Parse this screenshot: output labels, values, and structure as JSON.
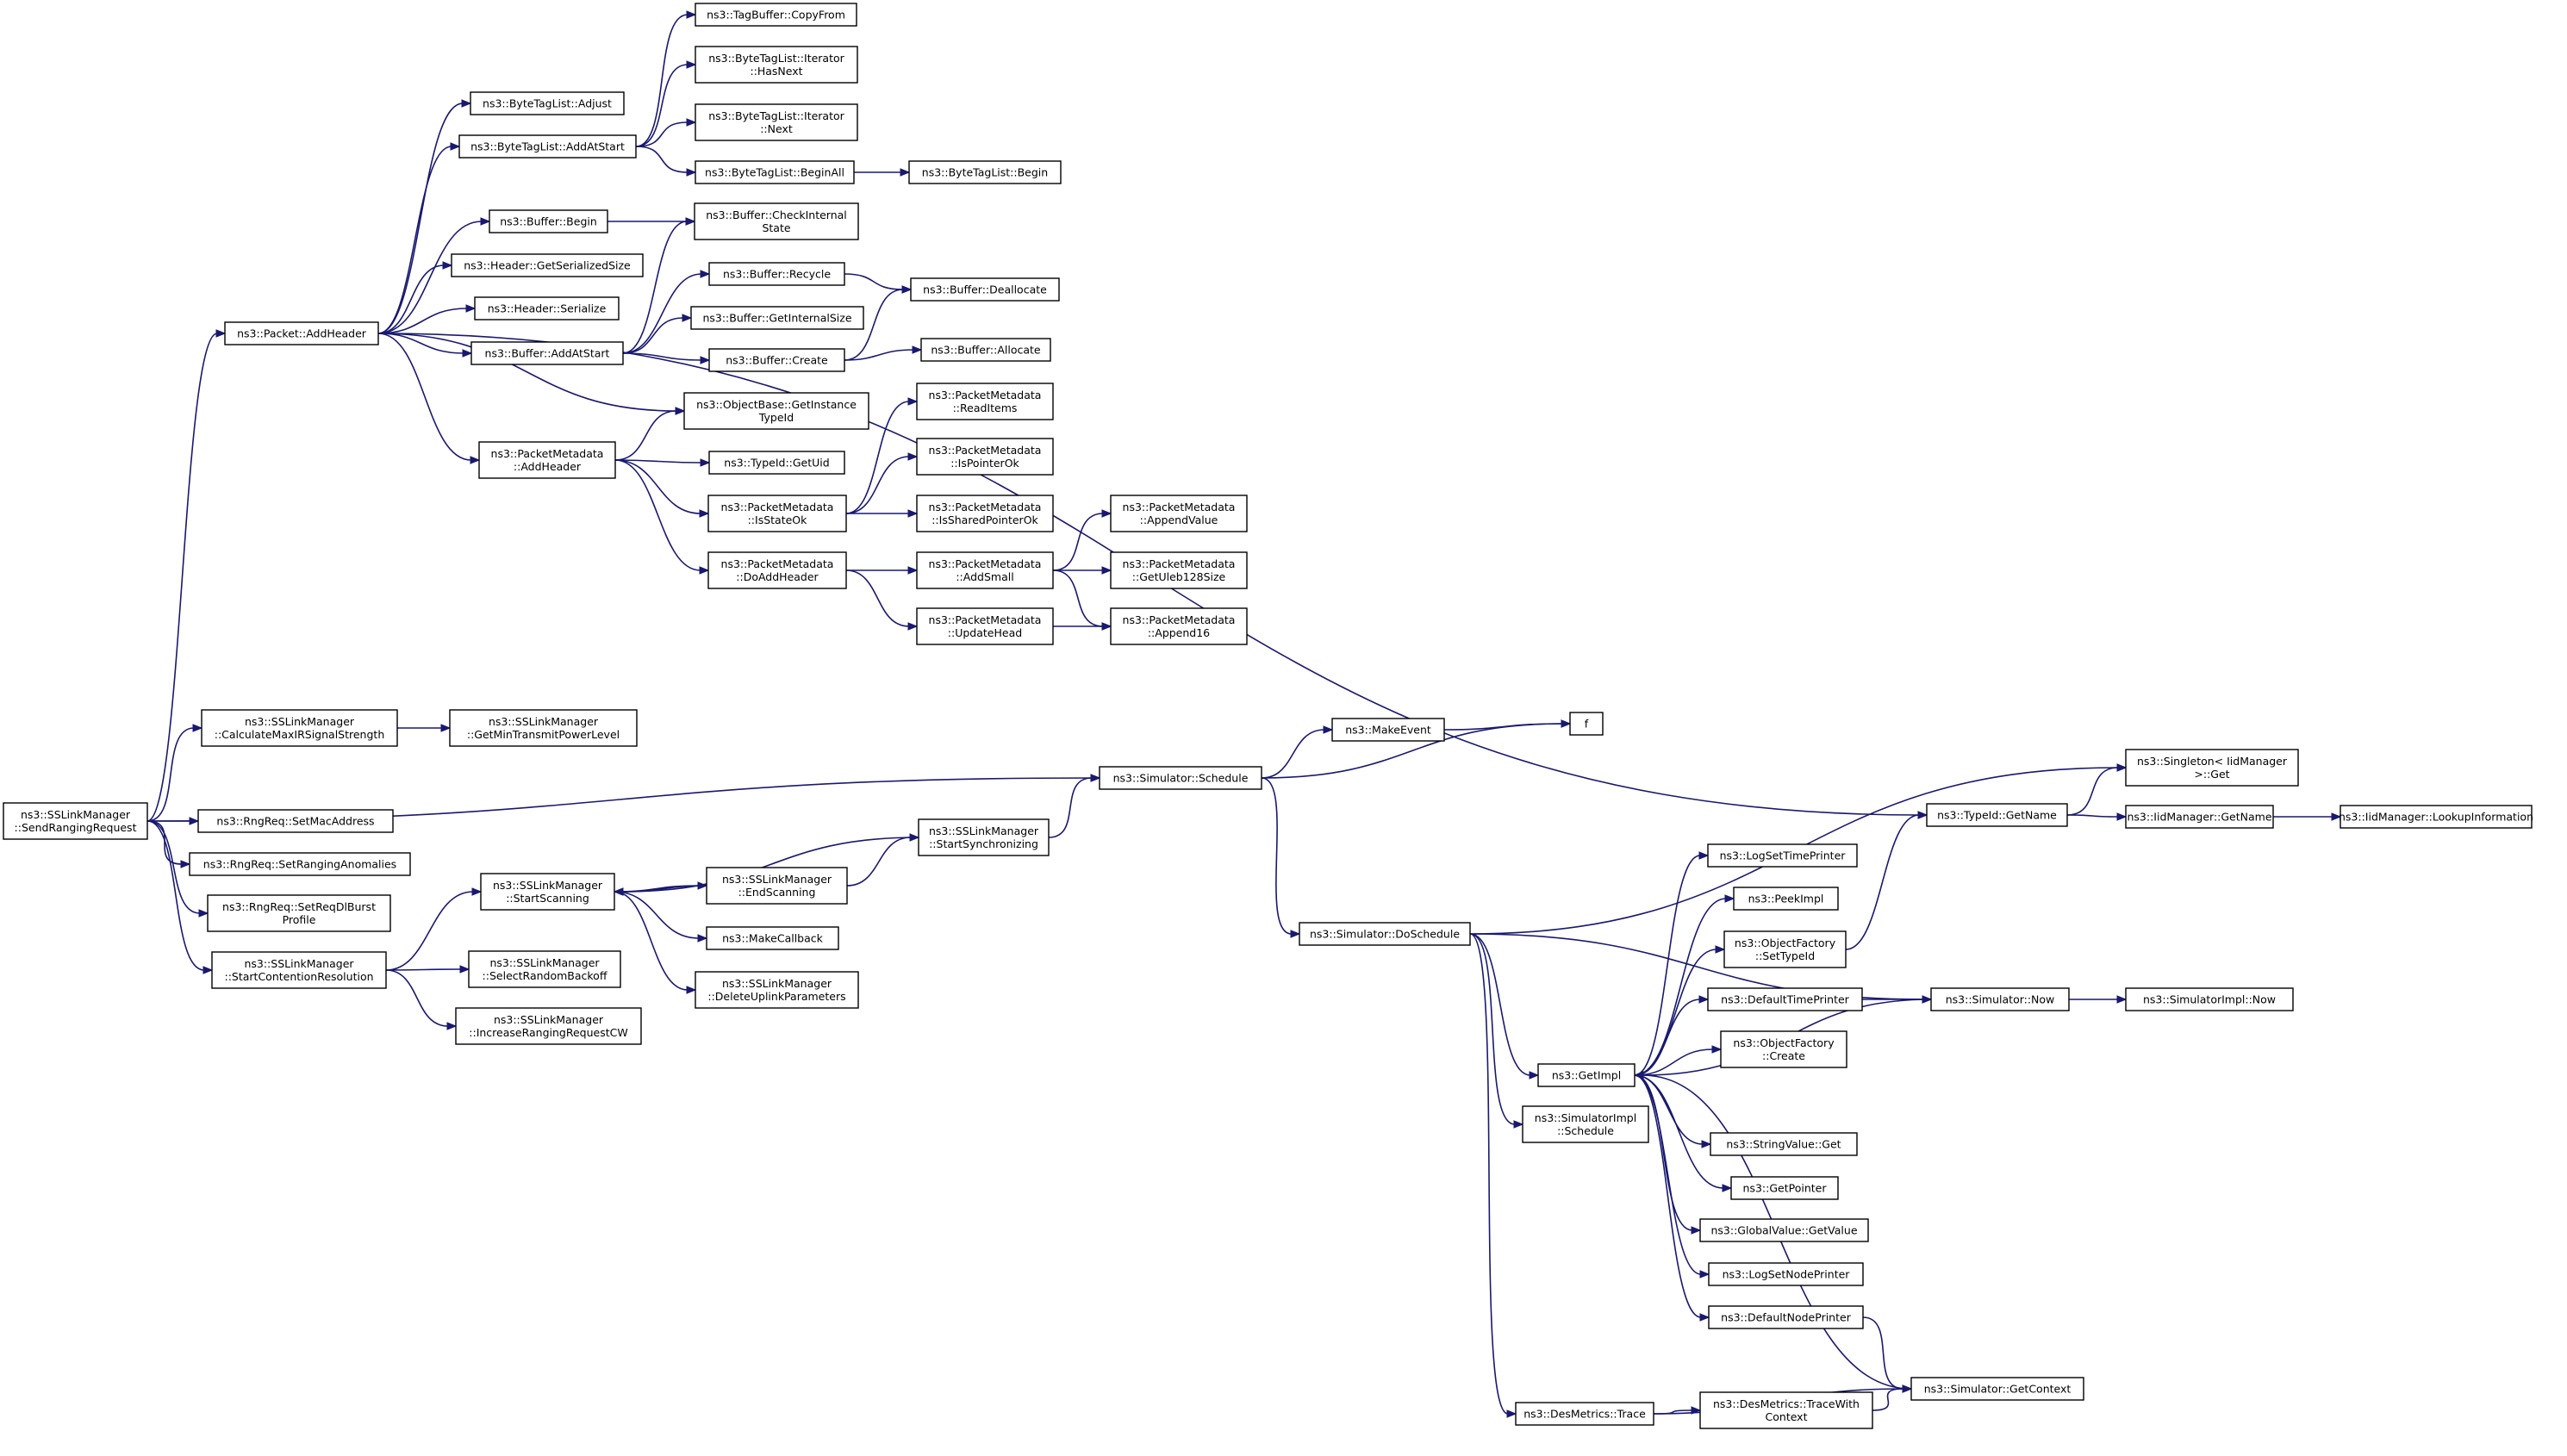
{
  "colors": {
    "edge": "#191970",
    "node_border": "#000000",
    "node_border_truncated": "#ff0000",
    "root_fill": "#bfbfbf",
    "node_fill": "#ffffff"
  },
  "graph": {
    "nodes": [
      {
        "id": "root",
        "lines": [
          "ns3::SSLinkManager",
          "::SendRangingRequest"
        ],
        "root": true
      },
      {
        "id": "pkt_addheader",
        "lines": [
          "ns3::Packet::AddHeader"
        ]
      },
      {
        "id": "btl_adjust",
        "lines": [
          "ns3::ByteTagList::Adjust"
        ]
      },
      {
        "id": "btl_addatstart",
        "lines": [
          "ns3::ByteTagList::AddAtStart"
        ]
      },
      {
        "id": "buf_begin",
        "lines": [
          "ns3::Buffer::Begin"
        ]
      },
      {
        "id": "hdr_getsersize",
        "lines": [
          "ns3::Header::GetSerializedSize"
        ]
      },
      {
        "id": "hdr_serialize",
        "lines": [
          "ns3::Header::Serialize"
        ]
      },
      {
        "id": "buf_addatstart",
        "lines": [
          "ns3::Buffer::AddAtStart"
        ]
      },
      {
        "id": "pm_addheader",
        "lines": [
          "ns3::PacketMetadata",
          "::AddHeader"
        ]
      },
      {
        "id": "tagbuf_copyfrom",
        "lines": [
          "ns3::TagBuffer::CopyFrom"
        ]
      },
      {
        "id": "btl_iter_hasnext",
        "lines": [
          "ns3::ByteTagList::Iterator",
          "::HasNext"
        ]
      },
      {
        "id": "btl_iter_next",
        "lines": [
          "ns3::ByteTagList::Iterator",
          "::Next"
        ]
      },
      {
        "id": "btl_beginall",
        "lines": [
          "ns3::ByteTagList::BeginAll"
        ]
      },
      {
        "id": "btl_begin",
        "lines": [
          "ns3::ByteTagList::Begin"
        ]
      },
      {
        "id": "buf_checkinternal",
        "lines": [
          "ns3::Buffer::CheckInternal",
          "State"
        ]
      },
      {
        "id": "buf_recycle",
        "lines": [
          "ns3::Buffer::Recycle"
        ]
      },
      {
        "id": "buf_deallocate",
        "lines": [
          "ns3::Buffer::Deallocate"
        ]
      },
      {
        "id": "buf_getinternalsize",
        "lines": [
          "ns3::Buffer::GetInternalSize"
        ]
      },
      {
        "id": "buf_create",
        "lines": [
          "ns3::Buffer::Create"
        ]
      },
      {
        "id": "buf_allocate",
        "lines": [
          "ns3::Buffer::Allocate"
        ]
      },
      {
        "id": "ob_getinstancetypeid",
        "lines": [
          "ns3::ObjectBase::GetInstance",
          "TypeId"
        ]
      },
      {
        "id": "pm_readitems",
        "lines": [
          "ns3::PacketMetadata",
          "::ReadItems"
        ],
        "truncated": true
      },
      {
        "id": "typeid_getuid",
        "lines": [
          "ns3::TypeId::GetUid"
        ]
      },
      {
        "id": "pm_ispointerok",
        "lines": [
          "ns3::PacketMetadata",
          "::IsPointerOk"
        ]
      },
      {
        "id": "pm_isstateok",
        "lines": [
          "ns3::PacketMetadata",
          "::IsStateOk"
        ]
      },
      {
        "id": "pm_issharedpointerok",
        "lines": [
          "ns3::PacketMetadata",
          "::IsSharedPointerOk"
        ]
      },
      {
        "id": "pm_appendvalue",
        "lines": [
          "ns3::PacketMetadata",
          "::AppendValue"
        ],
        "truncated": true
      },
      {
        "id": "pm_doaddheader",
        "lines": [
          "ns3::PacketMetadata",
          "::DoAddHeader"
        ]
      },
      {
        "id": "pm_addsmall",
        "lines": [
          "ns3::PacketMetadata",
          "::AddSmall"
        ],
        "truncated": true
      },
      {
        "id": "pm_getuleb128size",
        "lines": [
          "ns3::PacketMetadata",
          "::GetUleb128Size"
        ]
      },
      {
        "id": "pm_updatehead",
        "lines": [
          "ns3::PacketMetadata",
          "::UpdateHead"
        ]
      },
      {
        "id": "pm_append16",
        "lines": [
          "ns3::PacketMetadata",
          "::Append16"
        ]
      },
      {
        "id": "sslm_calcmaxir",
        "lines": [
          "ns3::SSLinkManager",
          "::CalculateMaxIRSignalStrength"
        ]
      },
      {
        "id": "sslm_getmintx",
        "lines": [
          "ns3::SSLinkManager",
          "::GetMinTransmitPowerLevel"
        ]
      },
      {
        "id": "sim_schedule",
        "lines": [
          "ns3::Simulator::Schedule"
        ]
      },
      {
        "id": "makeevent",
        "lines": [
          "ns3::MakeEvent"
        ]
      },
      {
        "id": "f",
        "lines": [
          "f"
        ]
      },
      {
        "id": "rng_setmac",
        "lines": [
          "ns3::RngReq::SetMacAddress"
        ]
      },
      {
        "id": "rng_setranganom",
        "lines": [
          "ns3::RngReq::SetRangingAnomalies"
        ]
      },
      {
        "id": "rng_setreqdl",
        "lines": [
          "ns3::RngReq::SetReqDlBurst",
          "Profile"
        ]
      },
      {
        "id": "sslm_startcontention",
        "lines": [
          "ns3::SSLinkManager",
          "::StartContentionResolution"
        ]
      },
      {
        "id": "sslm_startscanning",
        "lines": [
          "ns3::SSLinkManager",
          "::StartScanning"
        ]
      },
      {
        "id": "sslm_endscanning",
        "lines": [
          "ns3::SSLinkManager",
          "::EndScanning"
        ]
      },
      {
        "id": "sslm_startsync",
        "lines": [
          "ns3::SSLinkManager",
          "::StartSynchronizing"
        ]
      },
      {
        "id": "makecallback",
        "lines": [
          "ns3::MakeCallback"
        ]
      },
      {
        "id": "sslm_deleteuplink",
        "lines": [
          "ns3::SSLinkManager",
          "::DeleteUplinkParameters"
        ]
      },
      {
        "id": "sslm_selectbackoff",
        "lines": [
          "ns3::SSLinkManager",
          "::SelectRandomBackoff"
        ]
      },
      {
        "id": "sslm_increasecw",
        "lines": [
          "ns3::SSLinkManager",
          "::IncreaseRangingRequestCW"
        ]
      },
      {
        "id": "sim_doschedule",
        "lines": [
          "ns3::Simulator::DoSchedule"
        ]
      },
      {
        "id": "typeid_getname",
        "lines": [
          "ns3::TypeId::GetName"
        ]
      },
      {
        "id": "singleton_get",
        "lines": [
          "ns3::Singleton< IidManager",
          " >::Get"
        ]
      },
      {
        "id": "iid_getname",
        "lines": [
          "ns3::IidManager::GetName"
        ]
      },
      {
        "id": "iid_lookup",
        "lines": [
          "ns3::IidManager::LookupInformation"
        ]
      },
      {
        "id": "logsettimeprinter",
        "lines": [
          "ns3::LogSetTimePrinter"
        ],
        "truncated": true
      },
      {
        "id": "peekimpl",
        "lines": [
          "ns3::PeekImpl"
        ]
      },
      {
        "id": "of_settypeid",
        "lines": [
          "ns3::ObjectFactory",
          "::SetTypeId"
        ]
      },
      {
        "id": "defaulttimeprinter",
        "lines": [
          "ns3::DefaultTimePrinter"
        ],
        "truncated": true
      },
      {
        "id": "sim_now",
        "lines": [
          "ns3::Simulator::Now"
        ]
      },
      {
        "id": "simimpl_now",
        "lines": [
          "ns3::SimulatorImpl::Now"
        ]
      },
      {
        "id": "of_create",
        "lines": [
          "ns3::ObjectFactory",
          "::Create"
        ],
        "truncated": true
      },
      {
        "id": "getimpl",
        "lines": [
          "ns3::GetImpl"
        ]
      },
      {
        "id": "simimpl_schedule",
        "lines": [
          "ns3::SimulatorImpl",
          "::Schedule"
        ]
      },
      {
        "id": "stringvalue_get",
        "lines": [
          "ns3::StringValue::Get"
        ]
      },
      {
        "id": "getpointer",
        "lines": [
          "ns3::GetPointer"
        ]
      },
      {
        "id": "gv_getvalue",
        "lines": [
          "ns3::GlobalValue::GetValue"
        ],
        "truncated": true
      },
      {
        "id": "logsetnodeprinter",
        "lines": [
          "ns3::LogSetNodePrinter"
        ]
      },
      {
        "id": "defaultnodeprinter",
        "lines": [
          "ns3::DefaultNodePrinter"
        ]
      },
      {
        "id": "sim_getcontext",
        "lines": [
          "ns3::Simulator::GetContext"
        ],
        "truncated": true
      },
      {
        "id": "desmetrics_trace",
        "lines": [
          "ns3::DesMetrics::Trace"
        ]
      },
      {
        "id": "desmetrics_tracewith",
        "lines": [
          "ns3::DesMetrics::TraceWith",
          "Context"
        ],
        "truncated": true
      }
    ],
    "edges": [
      [
        "root",
        "pkt_addheader"
      ],
      [
        "root",
        "sslm_calcmaxir"
      ],
      [
        "root",
        "sim_schedule"
      ],
      [
        "root",
        "rng_setmac"
      ],
      [
        "root",
        "rng_setranganom"
      ],
      [
        "root",
        "rng_setreqdl"
      ],
      [
        "root",
        "sslm_startcontention"
      ],
      [
        "pkt_addheader",
        "btl_adjust"
      ],
      [
        "pkt_addheader",
        "btl_addatstart"
      ],
      [
        "pkt_addheader",
        "buf_begin"
      ],
      [
        "pkt_addheader",
        "hdr_getsersize"
      ],
      [
        "pkt_addheader",
        "hdr_serialize"
      ],
      [
        "pkt_addheader",
        "buf_addatstart"
      ],
      [
        "pkt_addheader",
        "ob_getinstancetypeid"
      ],
      [
        "pkt_addheader",
        "pm_addheader"
      ],
      [
        "pkt_addheader",
        "typeid_getname"
      ],
      [
        "btl_addatstart",
        "tagbuf_copyfrom"
      ],
      [
        "btl_addatstart",
        "btl_iter_hasnext"
      ],
      [
        "btl_addatstart",
        "btl_iter_next"
      ],
      [
        "btl_addatstart",
        "btl_beginall"
      ],
      [
        "btl_beginall",
        "btl_begin"
      ],
      [
        "buf_begin",
        "buf_checkinternal"
      ],
      [
        "buf_addatstart",
        "buf_checkinternal"
      ],
      [
        "buf_addatstart",
        "buf_recycle"
      ],
      [
        "buf_addatstart",
        "buf_getinternalsize"
      ],
      [
        "buf_addatstart",
        "buf_create"
      ],
      [
        "buf_recycle",
        "buf_deallocate"
      ],
      [
        "buf_create",
        "buf_deallocate"
      ],
      [
        "buf_create",
        "buf_allocate"
      ],
      [
        "pm_addheader",
        "ob_getinstancetypeid"
      ],
      [
        "pm_addheader",
        "typeid_getuid"
      ],
      [
        "pm_addheader",
        "pm_isstateok"
      ],
      [
        "pm_addheader",
        "pm_doaddheader"
      ],
      [
        "pm_isstateok",
        "pm_readitems"
      ],
      [
        "pm_isstateok",
        "pm_ispointerok"
      ],
      [
        "pm_isstateok",
        "pm_issharedpointerok"
      ],
      [
        "pm_doaddheader",
        "pm_addsmall"
      ],
      [
        "pm_doaddheader",
        "pm_updatehead"
      ],
      [
        "pm_addsmall",
        "pm_appendvalue"
      ],
      [
        "pm_addsmall",
        "pm_getuleb128size"
      ],
      [
        "pm_addsmall",
        "pm_append16"
      ],
      [
        "pm_updatehead",
        "pm_append16"
      ],
      [
        "sslm_calcmaxir",
        "sslm_getmintx"
      ],
      [
        "sim_schedule",
        "makeevent"
      ],
      [
        "sim_schedule",
        "f"
      ],
      [
        "sim_schedule",
        "sim_doschedule"
      ],
      [
        "makeevent",
        "f"
      ],
      [
        "sslm_startcontention",
        "sslm_startscanning"
      ],
      [
        "sslm_startcontention",
        "sslm_selectbackoff"
      ],
      [
        "sslm_startcontention",
        "sslm_increasecw"
      ],
      [
        "sslm_startscanning",
        "sslm_endscanning"
      ],
      [
        "sslm_startscanning",
        "makecallback"
      ],
      [
        "sslm_startscanning",
        "sslm_deleteuplink"
      ],
      [
        "sslm_endscanning",
        "sslm_startscanning"
      ],
      [
        "sslm_endscanning",
        "sslm_startsync"
      ],
      [
        "sslm_startsync",
        "sslm_startscanning"
      ],
      [
        "sslm_startsync",
        "sim_schedule"
      ],
      [
        "sim_doschedule",
        "singleton_get"
      ],
      [
        "sim_doschedule",
        "sim_now"
      ],
      [
        "sim_doschedule",
        "getimpl"
      ],
      [
        "sim_doschedule",
        "simimpl_schedule"
      ],
      [
        "sim_doschedule",
        "desmetrics_trace"
      ],
      [
        "typeid_getname",
        "singleton_get"
      ],
      [
        "typeid_getname",
        "iid_getname"
      ],
      [
        "iid_getname",
        "iid_lookup"
      ],
      [
        "getimpl",
        "logsettimeprinter"
      ],
      [
        "getimpl",
        "peekimpl"
      ],
      [
        "getimpl",
        "of_settypeid"
      ],
      [
        "getimpl",
        "defaulttimeprinter"
      ],
      [
        "getimpl",
        "of_create"
      ],
      [
        "getimpl",
        "stringvalue_get"
      ],
      [
        "getimpl",
        "getpointer"
      ],
      [
        "getimpl",
        "gv_getvalue"
      ],
      [
        "getimpl",
        "logsetnodeprinter"
      ],
      [
        "getimpl",
        "defaultnodeprinter"
      ],
      [
        "of_settypeid",
        "typeid_getname"
      ],
      [
        "defaulttimeprinter",
        "sim_now"
      ],
      [
        "sim_now",
        "getimpl"
      ],
      [
        "sim_now",
        "simimpl_now"
      ],
      [
        "defaultnodeprinter",
        "sim_getcontext"
      ],
      [
        "sim_getcontext",
        "getimpl"
      ],
      [
        "desmetrics_trace",
        "desmetrics_tracewith"
      ],
      [
        "desmetrics_trace",
        "sim_getcontext"
      ],
      [
        "desmetrics_tracewith",
        "sim_getcontext"
      ]
    ]
  }
}
